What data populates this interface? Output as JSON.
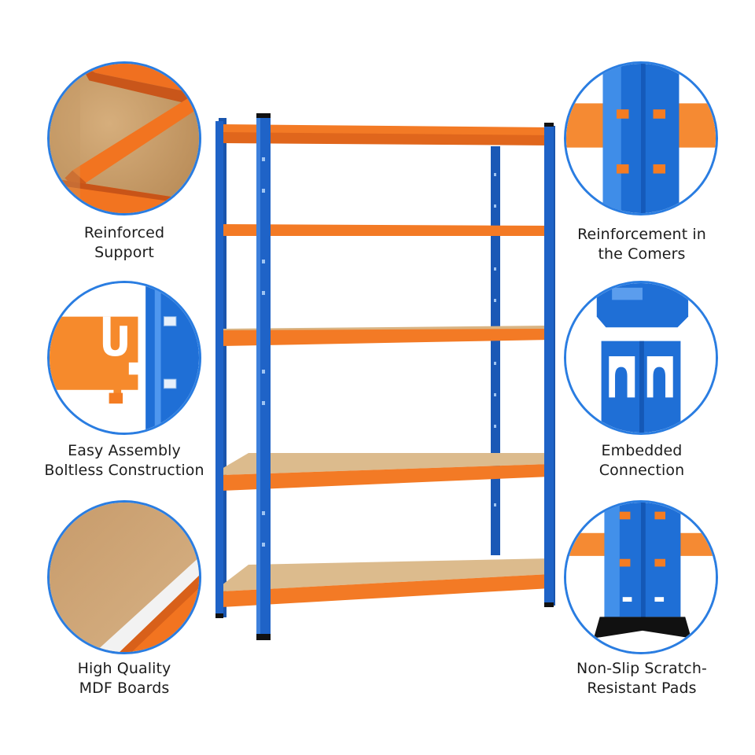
{
  "colors": {
    "upright_blue": "#1f63c7",
    "beam_orange": "#f26b1d",
    "board_mdf": "#d9b07a",
    "circle_border": "#2a7de1"
  },
  "features": {
    "reinforced_support": {
      "line1": "Reinforced",
      "line2": "Support"
    },
    "corner_reinforcement": {
      "line1": "Reinforcement in",
      "line2": "the Comers"
    },
    "easy_assembly": {
      "line1": "Easy Assembly",
      "line2": "Boltless Construction"
    },
    "embedded_connection": {
      "line1": "Embedded",
      "line2": "Connection"
    },
    "mdf_boards": {
      "line1": "High Quality",
      "line2": "MDF Boards"
    },
    "non_slip_pads": {
      "line1": "Non-Slip Scratch-",
      "line2": "Resistant Pads"
    }
  }
}
